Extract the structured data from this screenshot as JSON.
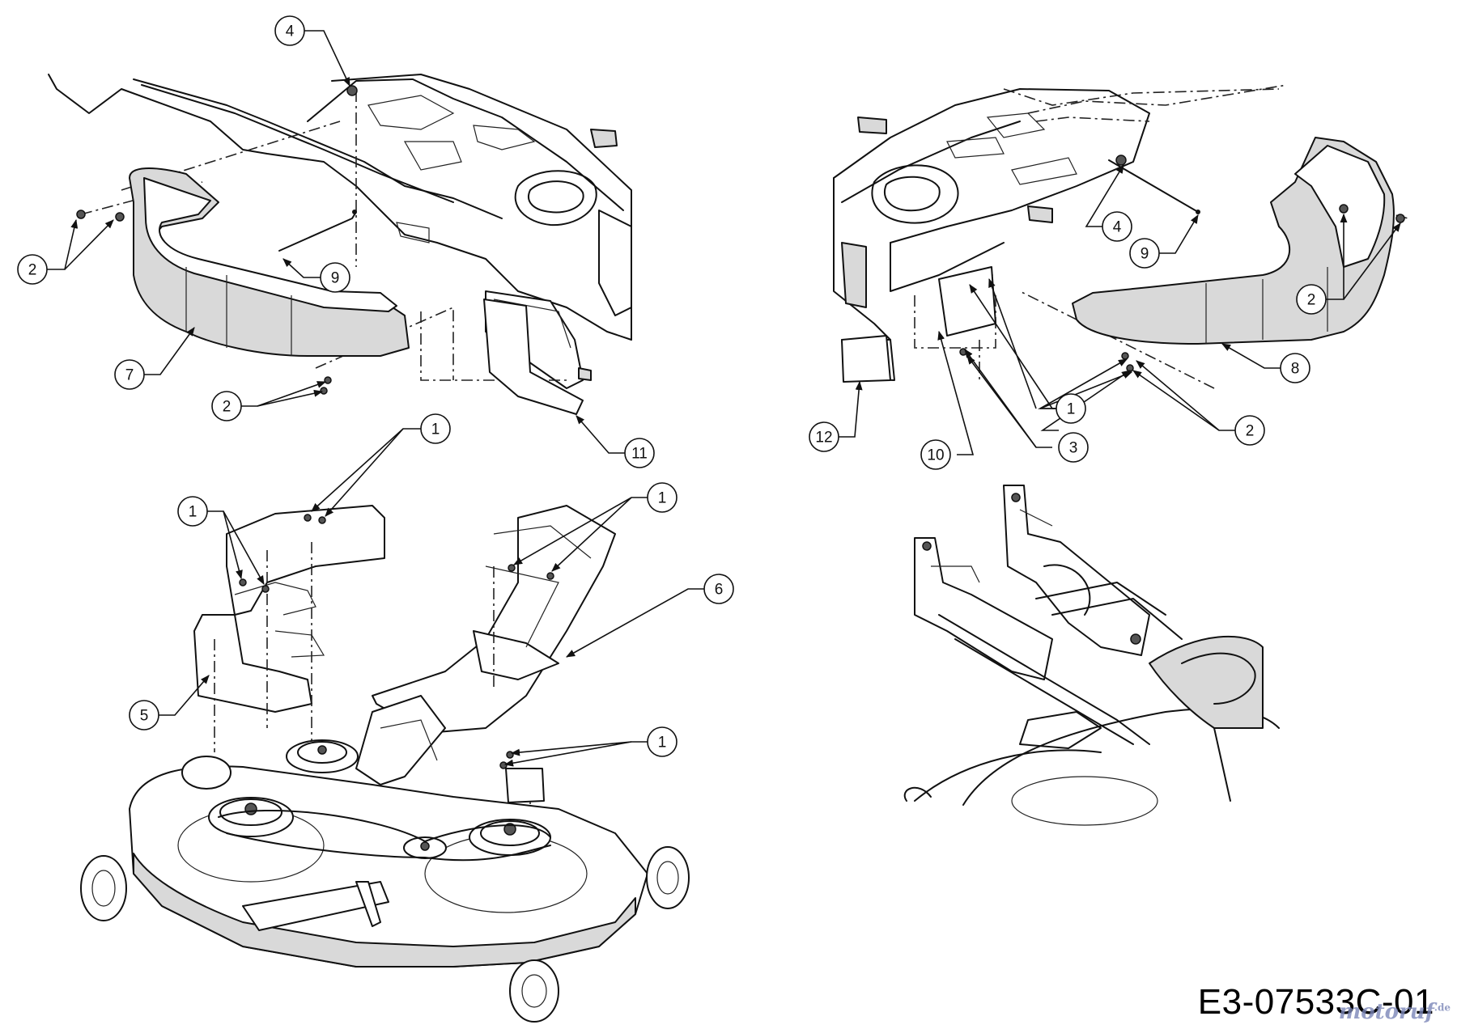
{
  "diagram": {
    "drawing_code": "E3-07533C-01",
    "watermark": {
      "text": "motoruf",
      "suffix": ".de"
    },
    "callout_labels": [
      "1",
      "2",
      "3",
      "4",
      "5",
      "6",
      "7",
      "8",
      "9",
      "10",
      "11",
      "12"
    ]
  }
}
